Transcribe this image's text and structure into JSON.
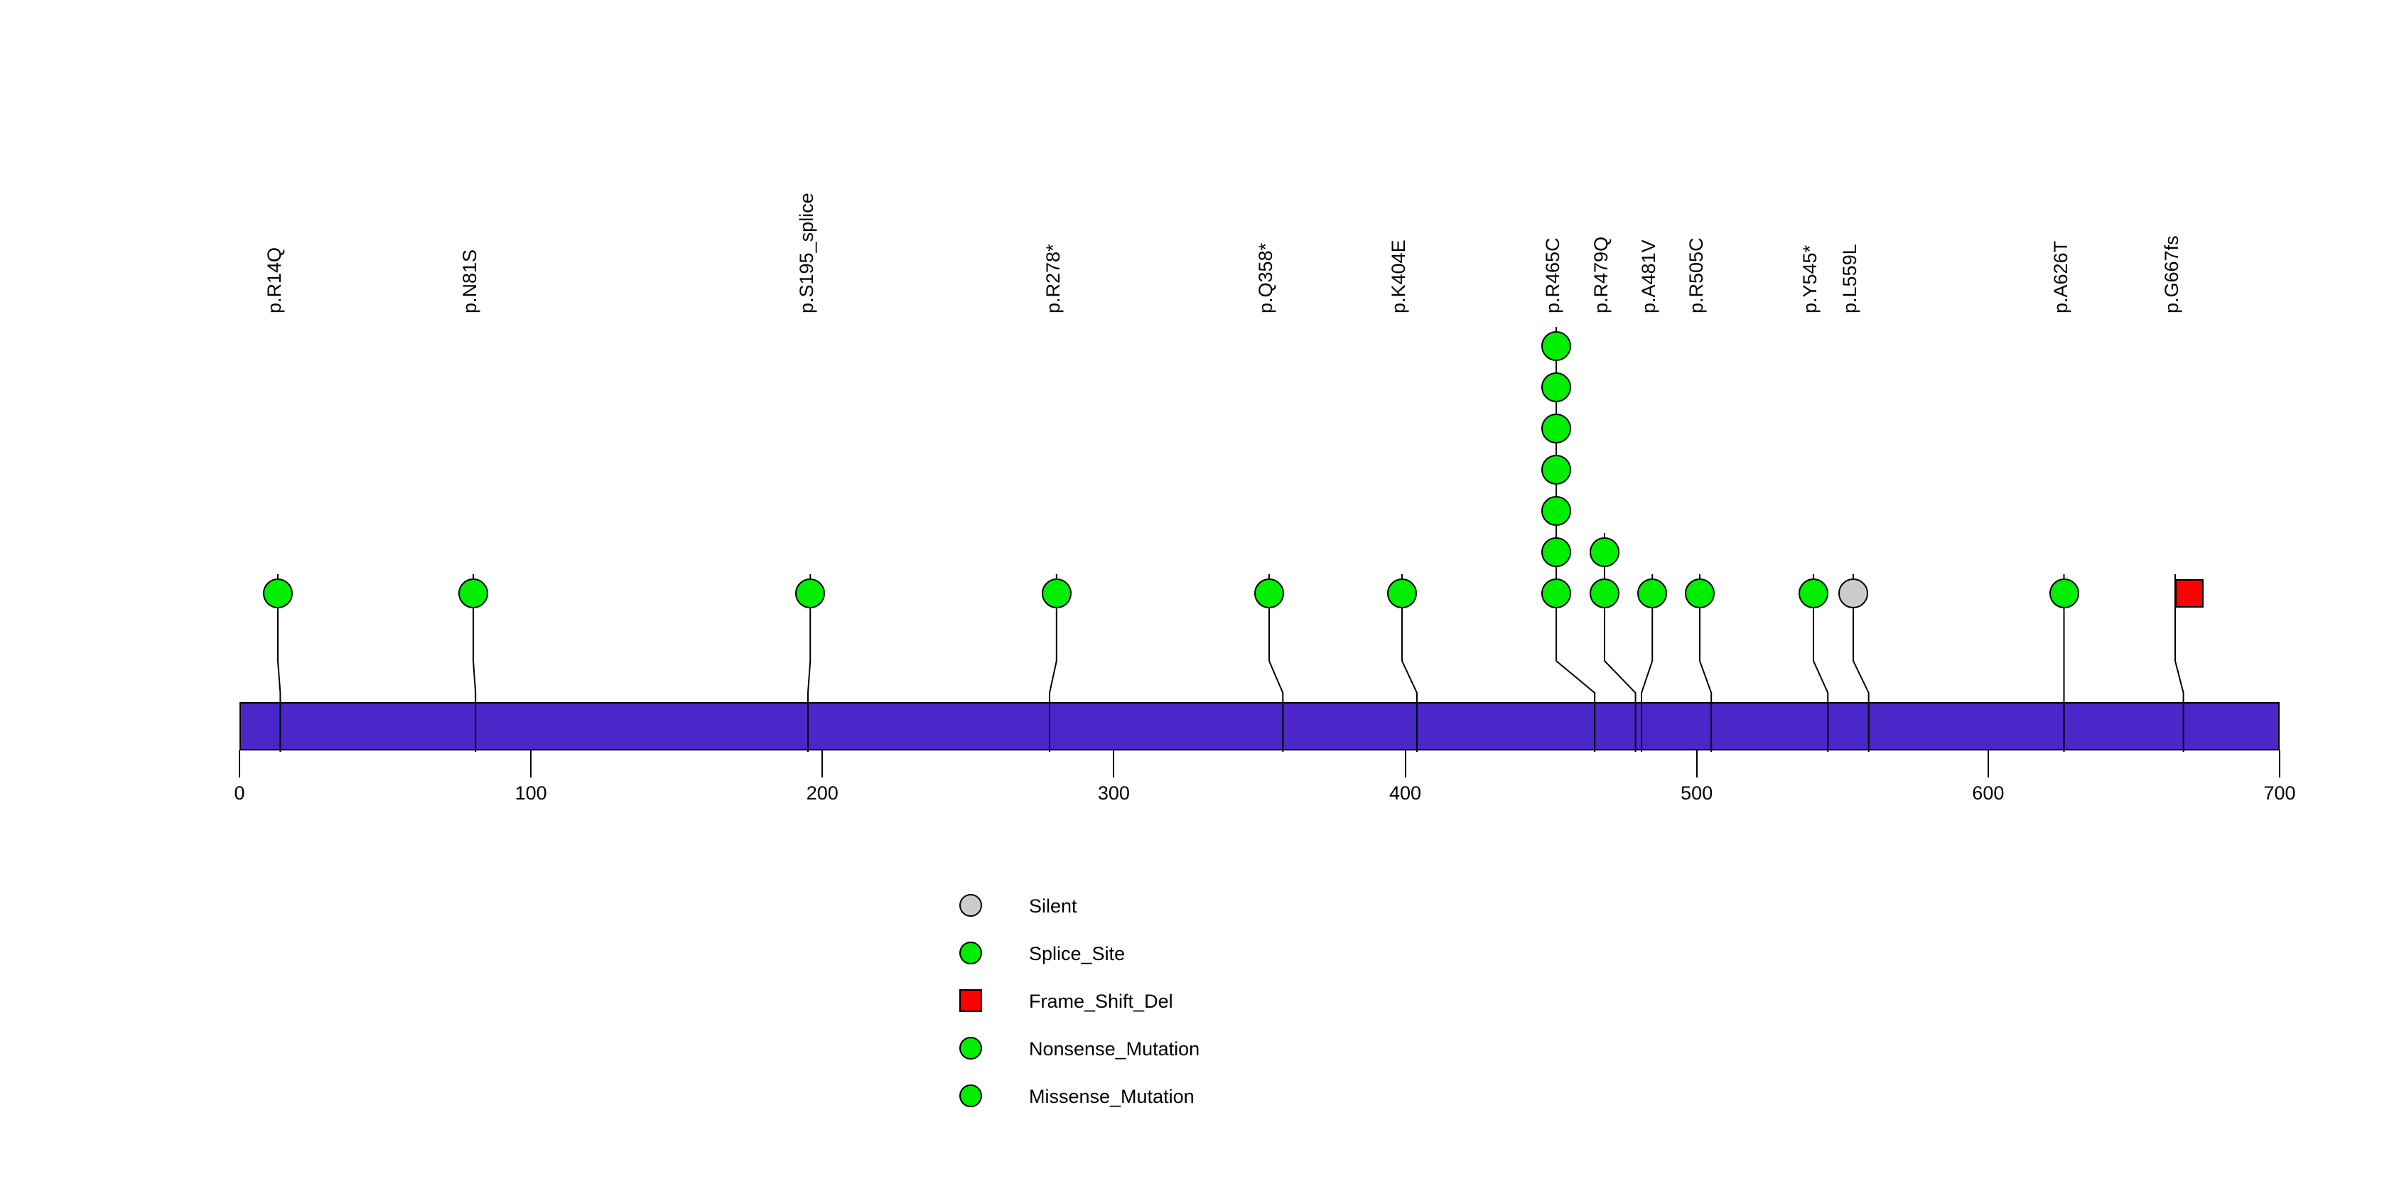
{
  "chart_data": {
    "type": "lollipop",
    "title": "",
    "xlabel": "",
    "ylabel": "",
    "xlim": [
      0,
      700
    ],
    "grid": false,
    "legend_position": "bottom-center",
    "protein": {
      "length": 700,
      "domain_color": "#4B26C8",
      "domain_border": "#000000"
    },
    "axis": {
      "ticks": [
        0,
        100,
        200,
        300,
        400,
        500,
        600,
        700
      ],
      "tick_labels": [
        "0",
        "100",
        "200",
        "300",
        "400",
        "500",
        "600",
        "700"
      ]
    },
    "mutations": [
      {
        "label": "p.R14Q",
        "position": 14,
        "count": 1,
        "type": "Missense_Mutation",
        "shape": "circle",
        "color": "#00EE00"
      },
      {
        "label": "p.N81S",
        "position": 81,
        "count": 1,
        "type": "Missense_Mutation",
        "shape": "circle",
        "color": "#00EE00"
      },
      {
        "label": "p.S195_splice",
        "position": 195,
        "count": 1,
        "type": "Splice_Site",
        "shape": "circle",
        "color": "#00EE00"
      },
      {
        "label": "p.R278*",
        "position": 278,
        "count": 1,
        "type": "Nonsense_Mutation",
        "shape": "circle",
        "color": "#00EE00"
      },
      {
        "label": "p.Q358*",
        "position": 358,
        "count": 1,
        "type": "Nonsense_Mutation",
        "shape": "circle",
        "color": "#00EE00"
      },
      {
        "label": "p.K404E",
        "position": 404,
        "count": 1,
        "type": "Missense_Mutation",
        "shape": "circle",
        "color": "#00EE00"
      },
      {
        "label": "p.R465C",
        "position": 465,
        "count": 7,
        "type": "Missense_Mutation",
        "shape": "circle",
        "color": "#00EE00"
      },
      {
        "label": "p.R479Q",
        "position": 479,
        "count": 2,
        "type": "Missense_Mutation",
        "shape": "circle",
        "color": "#00EE00"
      },
      {
        "label": "p.A481V",
        "position": 481,
        "count": 1,
        "type": "Missense_Mutation",
        "shape": "circle",
        "color": "#00EE00"
      },
      {
        "label": "p.R505C",
        "position": 505,
        "count": 1,
        "type": "Missense_Mutation",
        "shape": "circle",
        "color": "#00EE00"
      },
      {
        "label": "p.Y545*",
        "position": 545,
        "count": 1,
        "type": "Nonsense_Mutation",
        "shape": "circle",
        "color": "#00EE00"
      },
      {
        "label": "p.L559L",
        "position": 559,
        "count": 1,
        "type": "Silent",
        "shape": "circle",
        "color": "#CCCCCC"
      },
      {
        "label": "p.A626T",
        "position": 626,
        "count": 1,
        "type": "Missense_Mutation",
        "shape": "circle",
        "color": "#00EE00"
      },
      {
        "label": "p.G667fs",
        "position": 667,
        "count": 1,
        "type": "Frame_Shift_Del",
        "shape": "square",
        "color": "#FF0000"
      }
    ],
    "legend": [
      {
        "label": "Silent",
        "shape": "circle",
        "color": "#CCCCCC"
      },
      {
        "label": "Splice_Site",
        "shape": "circle",
        "color": "#00EE00"
      },
      {
        "label": "Frame_Shift_Del",
        "shape": "square",
        "color": "#FF0000"
      },
      {
        "label": "Nonsense_Mutation",
        "shape": "circle",
        "color": "#00EE00"
      },
      {
        "label": "Missense_Mutation",
        "shape": "circle",
        "color": "#00EE00"
      }
    ]
  }
}
